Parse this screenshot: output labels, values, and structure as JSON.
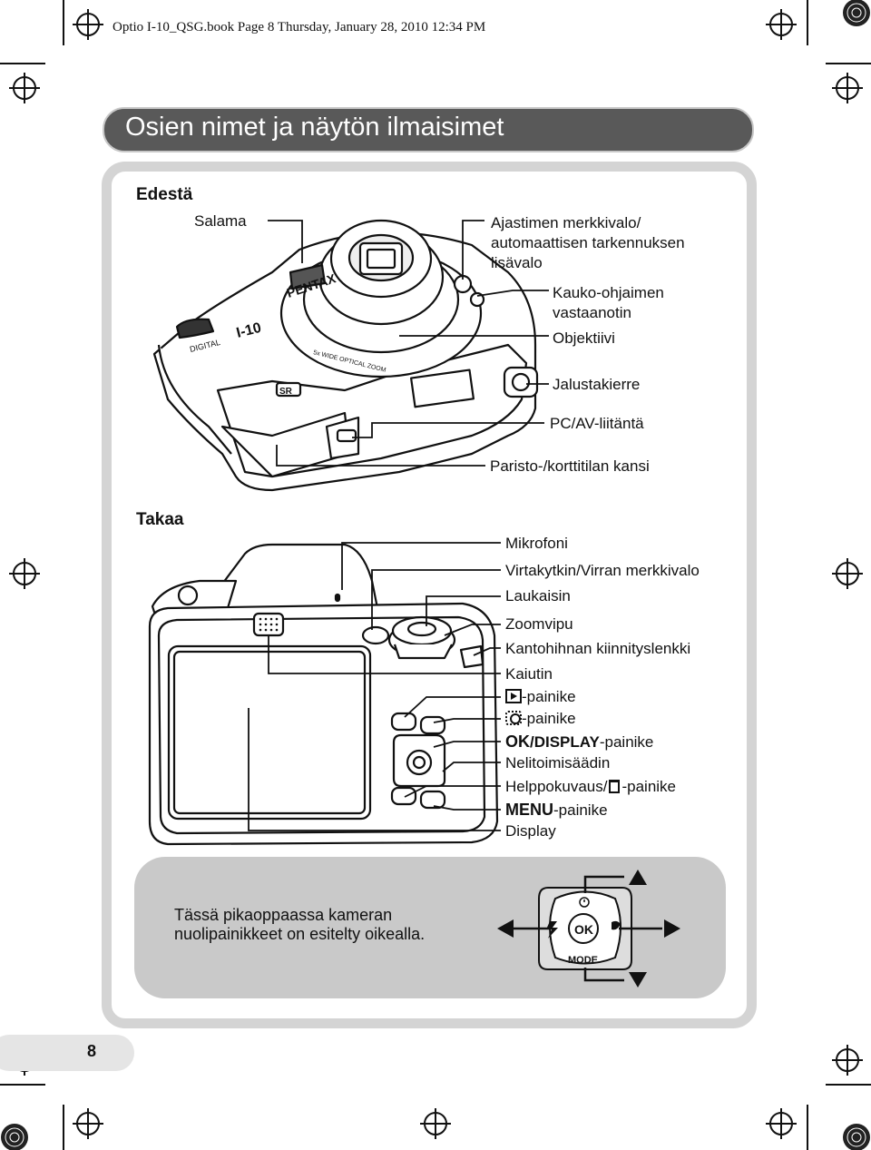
{
  "header_line": "Optio I-10_QSG.book  Page 8  Thursday, January 28, 2010  12:34 PM",
  "title": "Osien nimet ja näytön ilmaisimet",
  "front": {
    "heading": "Edestä",
    "labels": {
      "flash": "Salama",
      "self_timer": [
        "Ajastimen merkkivalo/",
        "automaattisen tarkennuksen",
        "lisävalo"
      ],
      "remote": [
        "Kauko-ohjaimen",
        "vastaanotin"
      ],
      "lens": "Objektiivi",
      "tripod": "Jalustakierre",
      "pcav": "PC/AV-liitäntä",
      "battery": "Paristo-/korttitilan kansi"
    },
    "camera_text": {
      "brand": "PENTAX",
      "model": "I-10",
      "digital": "DIGITAL",
      "zoom": "5x WIDE OPTICAL ZOOM",
      "sr": "SR"
    }
  },
  "back": {
    "heading": "Takaa",
    "labels": {
      "mic": "Mikrofoni",
      "power": "Virtakytkin/Virran merkkivalo",
      "shutter": "Laukaisin",
      "zoom": "Zoomvipu",
      "strap": "Kantohihnan kiinnityslenkki",
      "speaker": "Kaiutin",
      "play": "-painike",
      "face": "-painike",
      "ok_prefix": "OK",
      "ok_display": "/DISPLAY",
      "ok_suffix": "-painike",
      "four_way": "Nelitoimisäädin",
      "green_prefix": "Helppokuvaus/",
      "green_suffix": "-painike",
      "menu_prefix": "MENU",
      "menu_suffix": "-painike",
      "display": "Display"
    }
  },
  "note": [
    "Tässä pikaoppaassa kameran",
    "nuolipainikkeet on esitelty oikealla."
  ],
  "dpad": {
    "center": "OK",
    "bottom": "MODE"
  },
  "page_number": "8"
}
